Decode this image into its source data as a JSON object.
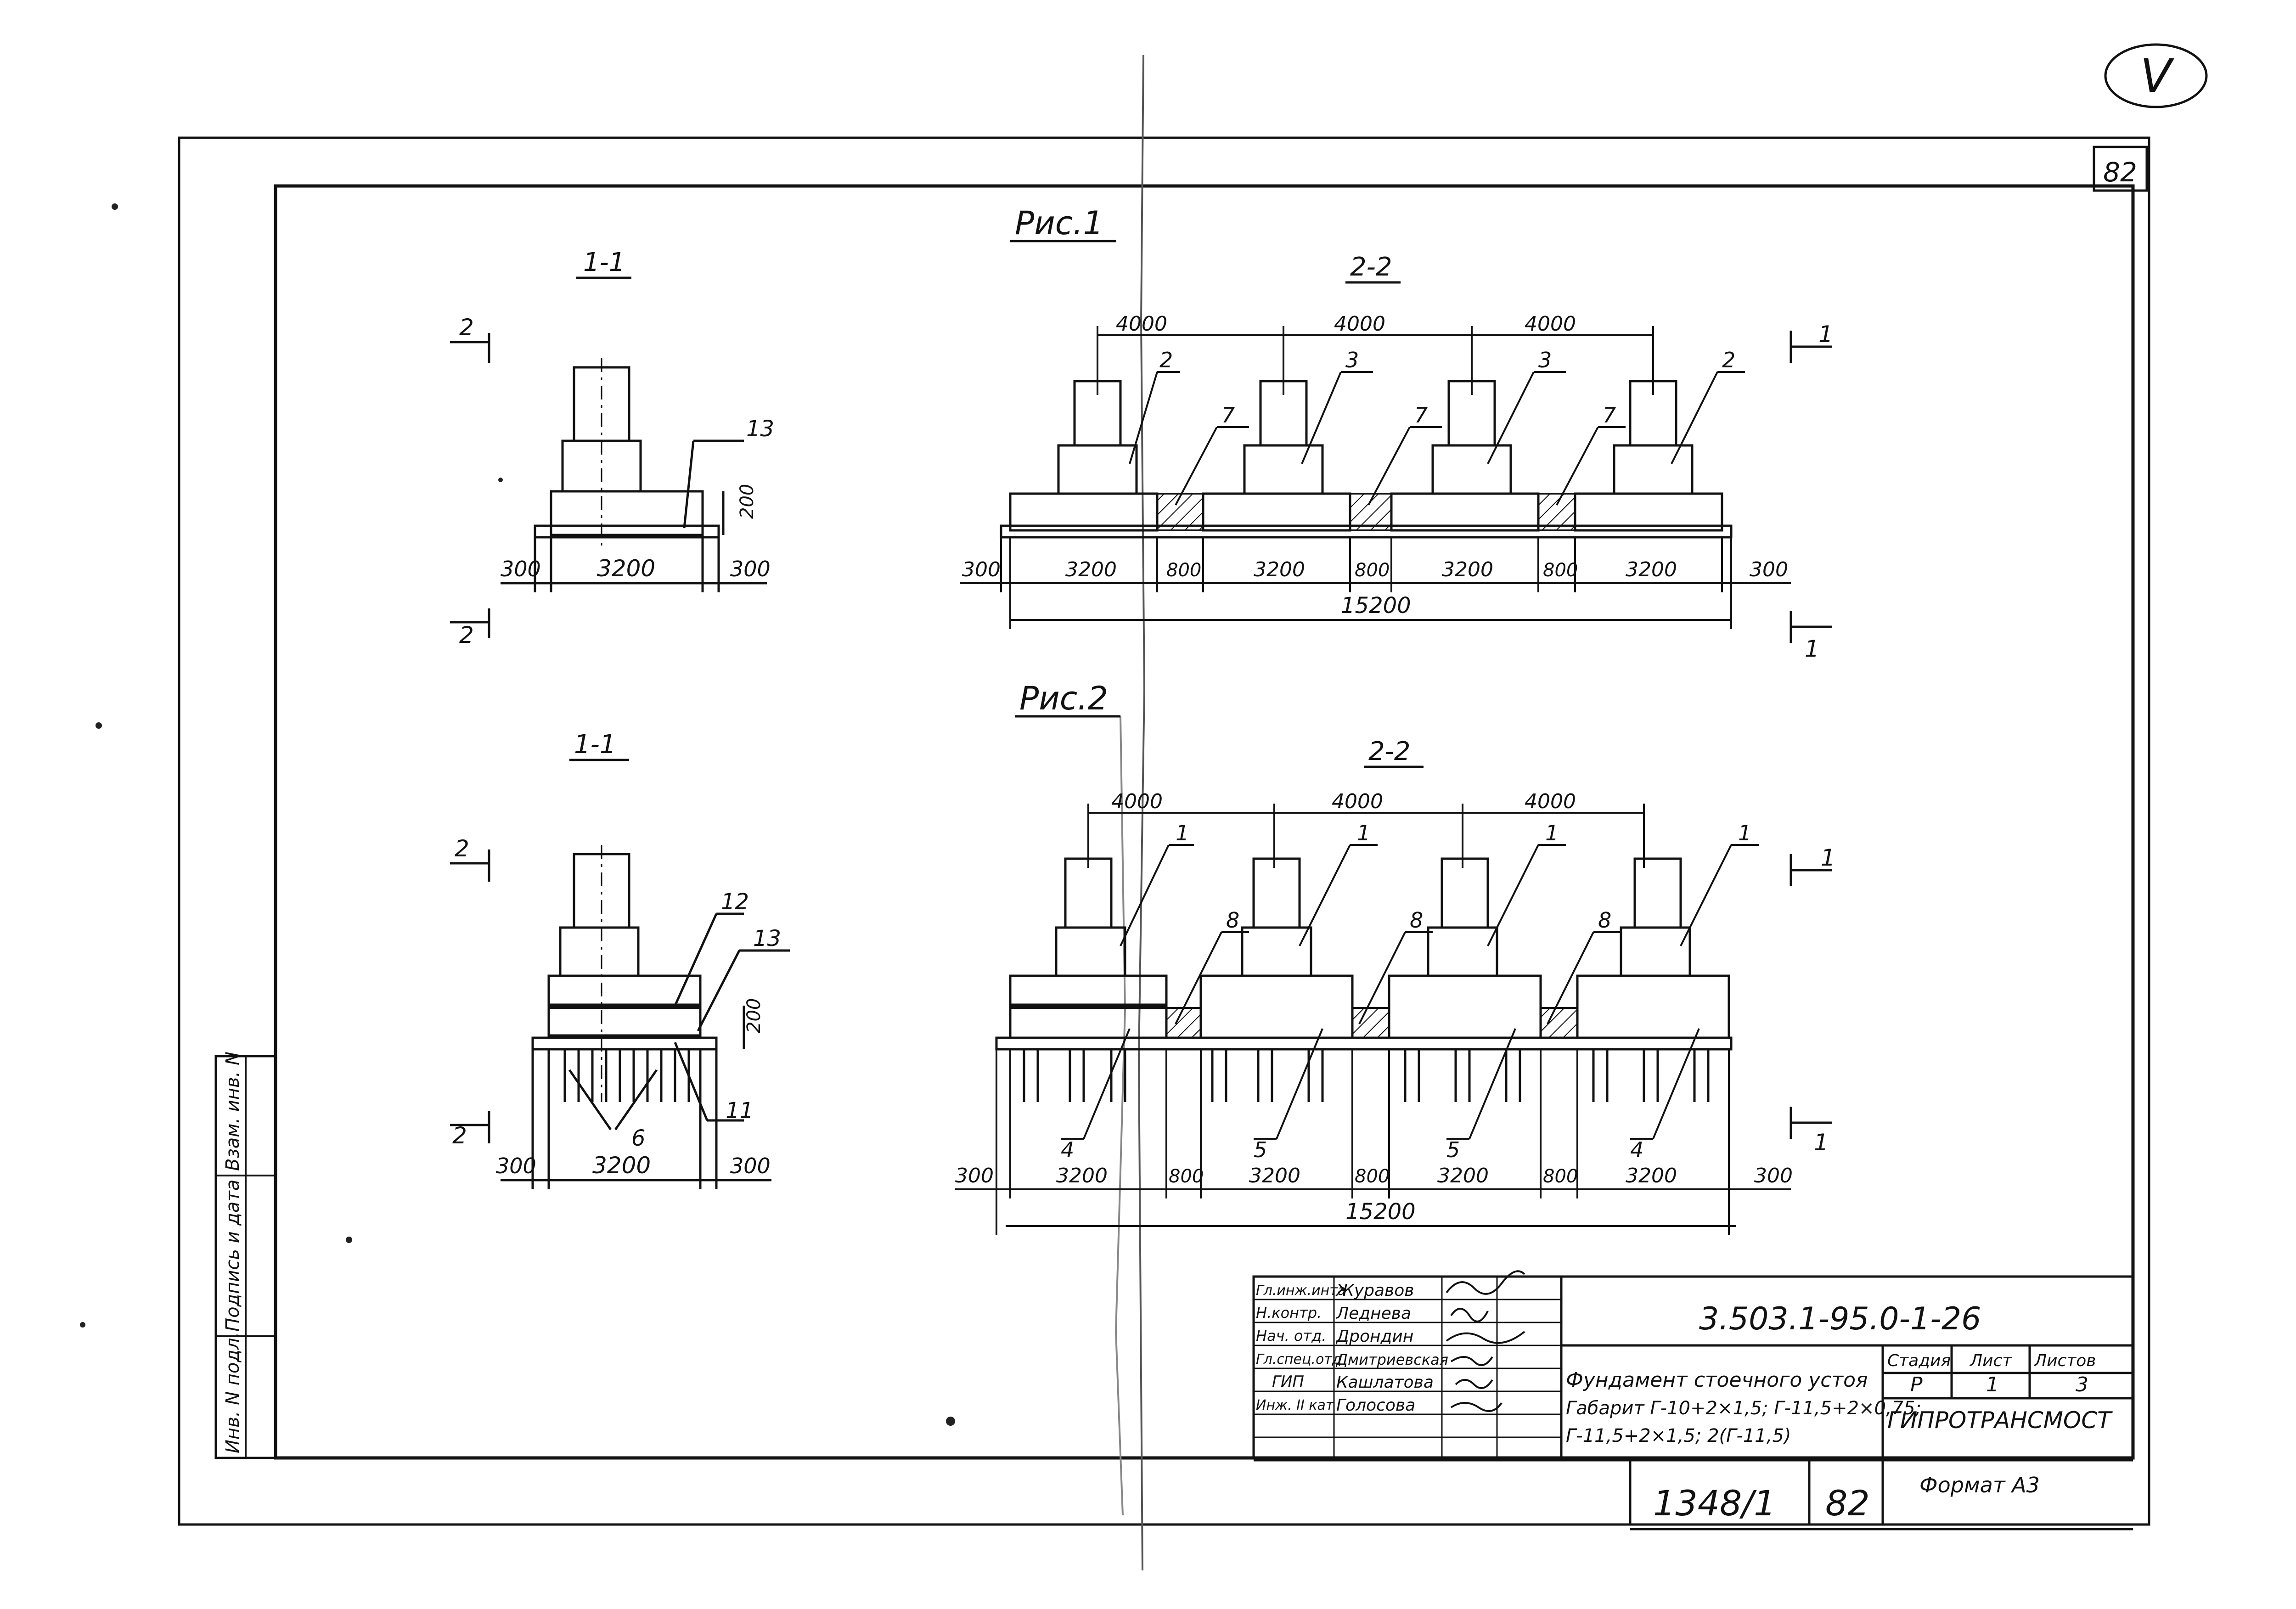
{
  "sheet": {
    "corner_mark": "V",
    "sheet_number": "82"
  },
  "fig1": {
    "title": "Рис.1",
    "sec11": {
      "title": "1-1",
      "cut_mark": "2",
      "callout_13": "13",
      "dim_200": "200",
      "dim_left": "300",
      "dim_mid": "3200",
      "dim_right": "300"
    },
    "sec22": {
      "title": "2-2",
      "cut_mark": "1",
      "top_dims": [
        "4000",
        "4000",
        "4000"
      ],
      "callouts_piers": [
        "2",
        "3",
        "3",
        "2"
      ],
      "callouts_infill": [
        "7",
        "7",
        "7"
      ],
      "dims_bottom": [
        "300",
        "3200",
        "800",
        "3200",
        "800",
        "3200",
        "800",
        "3200",
        "300"
      ],
      "total": "15200"
    }
  },
  "fig2": {
    "title": "Рис.2",
    "sec11": {
      "title": "1-1",
      "cut_mark": "2",
      "callout_12": "12",
      "callout_13": "13",
      "callout_11": "11",
      "callout_6": "6",
      "dim_200": "200",
      "dim_left": "300",
      "dim_mid": "3200",
      "dim_right": "300"
    },
    "sec22": {
      "title": "2-2",
      "cut_mark": "1",
      "top_dims": [
        "4000",
        "4000",
        "4000"
      ],
      "callouts_piers": [
        "1",
        "1",
        "1",
        "1"
      ],
      "callouts_infill": [
        "8",
        "8",
        "8"
      ],
      "callouts_base": [
        "4",
        "5",
        "5",
        "4"
      ],
      "dims_bottom": [
        "300",
        "3200",
        "800",
        "3200",
        "800",
        "3200",
        "800",
        "3200",
        "300"
      ],
      "total": "15200"
    }
  },
  "side_stamp": [
    "Инв. N подл.",
    "Подпись и дата",
    "Взам. инв. N"
  ],
  "title_block": {
    "doc_code": "3.503.1-95.0-1-26",
    "roles": [
      {
        "role": "Гл.инж.инта",
        "name": "Журавов"
      },
      {
        "role": "Н.контр.",
        "name": "Леднева"
      },
      {
        "role": "Нач. отд.",
        "name": "Дрондин"
      },
      {
        "role": "Гл.спец.отд",
        "name": "Дмитриевская"
      },
      {
        "role": "ГИП",
        "name": "Кашлатова"
      },
      {
        "role": "Инж. II кат",
        "name": "Голосова"
      }
    ],
    "description_lines": [
      "Фундамент стоечного устоя",
      "Габарит Г-10+2×1,5; Г-11,5+2×0,75;",
      "Г-11,5+2×1,5;  2(Г-11,5)"
    ],
    "stage_header": "Стадия",
    "sheet_header": "Лист",
    "sheets_header": "Листов",
    "stage": "Р",
    "sheet": "1",
    "sheets": "3",
    "organization": "ГИПРОТРАНСМОСТ",
    "archive_no": "1348/1",
    "page_no": "82",
    "format": "Формат А3"
  }
}
